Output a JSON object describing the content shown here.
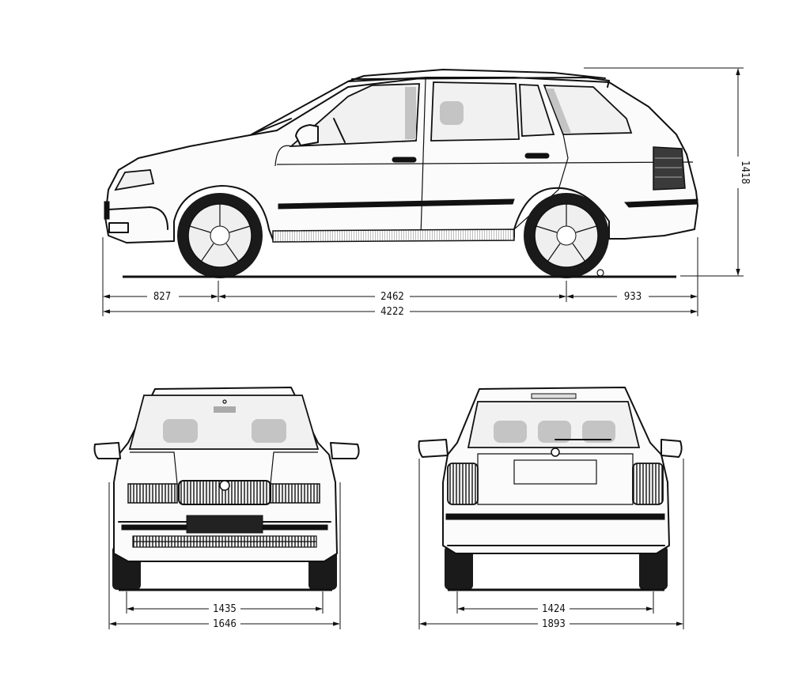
{
  "dimensions": {
    "front_overhang": "827",
    "wheelbase": "2462",
    "rear_overhang": "933",
    "overall_length": "4222",
    "height": "1418",
    "front_track": "1435",
    "body_width_front": "1646",
    "rear_track": "1424",
    "width_with_mirrors": "1893"
  },
  "colors": {
    "line": "#111111",
    "background": "#ffffff",
    "glass_shade": "#c4c4c4"
  }
}
